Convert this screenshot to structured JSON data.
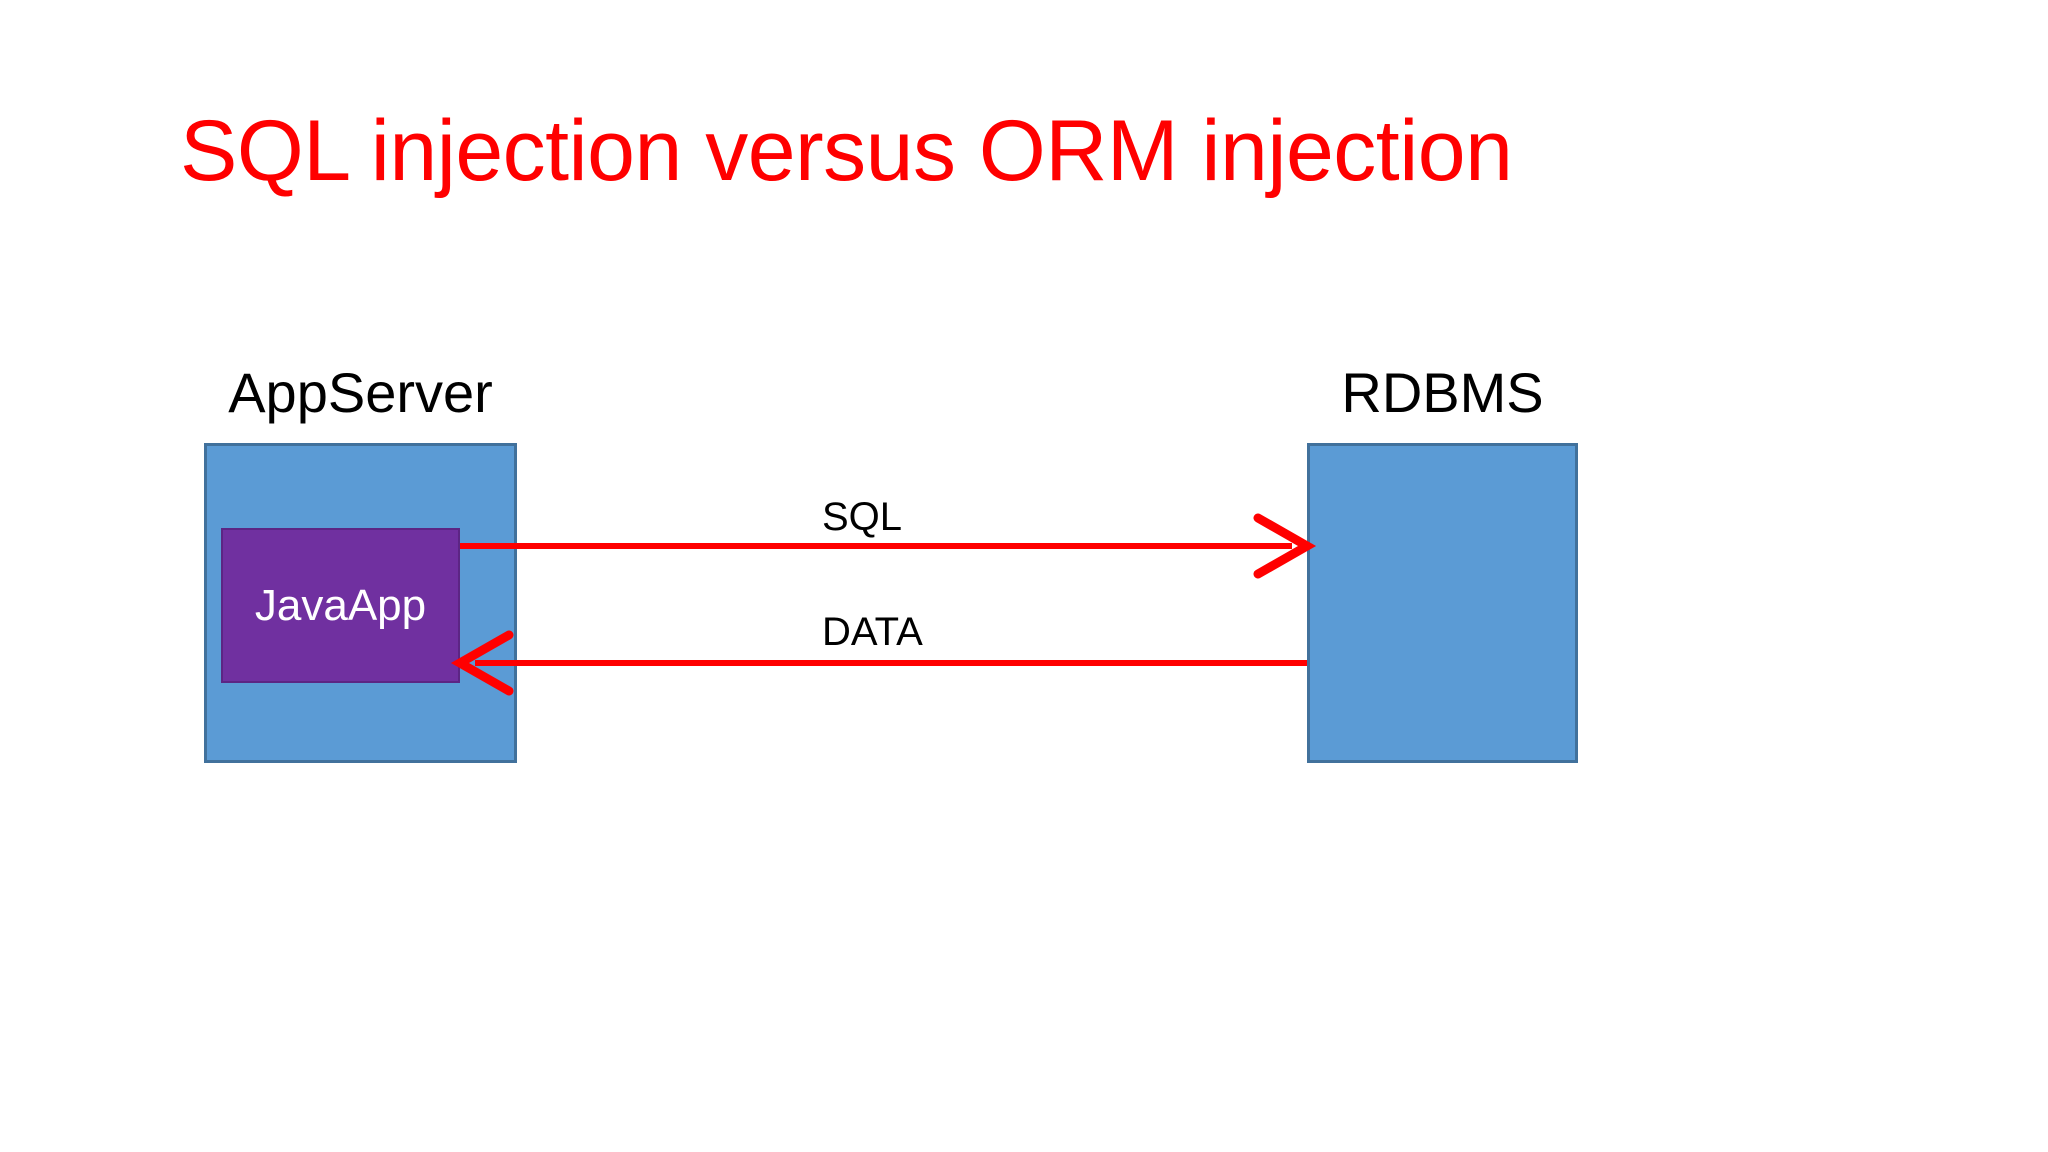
{
  "slide": {
    "title": "SQL injection versus ORM injection",
    "title_color": "#FF0000",
    "background_color": "#FFFFFF"
  },
  "diagram": {
    "type": "sequence-flow",
    "nodes": [
      {
        "id": "appserver",
        "caption": "AppServer",
        "fill_color": "#5B9BD5",
        "border_color": "#41719C",
        "child": {
          "id": "javaapp",
          "label": "JavaApp",
          "fill_color": "#7030A0",
          "text_color": "#FFFFFF"
        }
      },
      {
        "id": "rdbms",
        "caption": "RDBMS",
        "fill_color": "#5B9BD5",
        "border_color": "#41719C"
      }
    ],
    "flows": [
      {
        "id": "sql-flow",
        "label": "SQL",
        "from": "javaapp",
        "to": "rdbms",
        "direction": "right",
        "color": "#FF0000"
      },
      {
        "id": "data-flow",
        "label": "DATA",
        "from": "rdbms",
        "to": "javaapp",
        "direction": "left",
        "color": "#FF0000"
      }
    ]
  }
}
